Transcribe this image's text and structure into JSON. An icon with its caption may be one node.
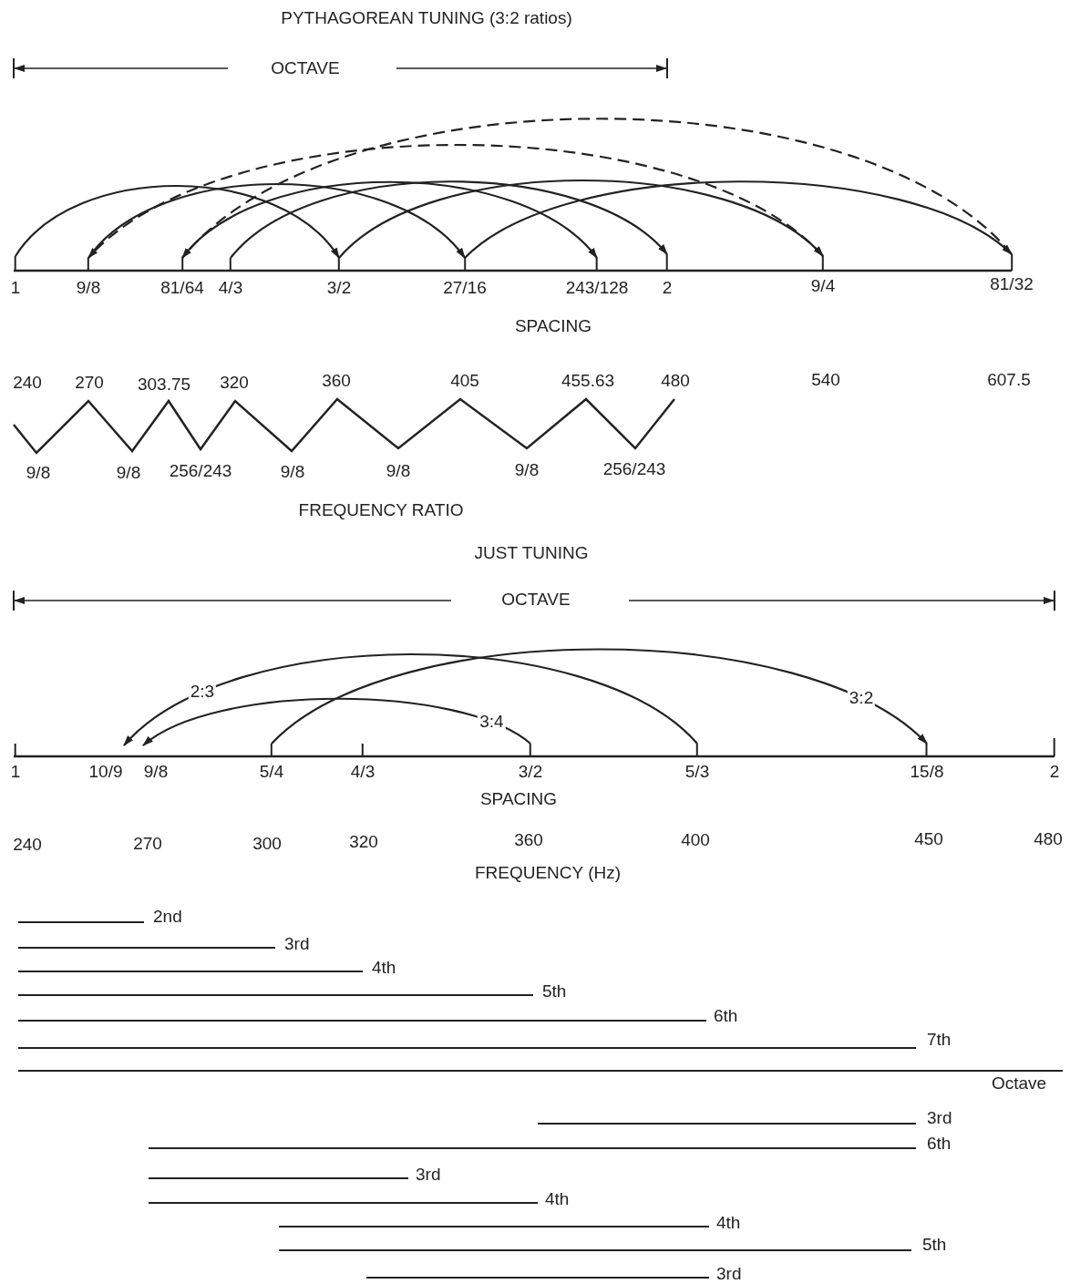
{
  "diagram": {
    "title": "PYTHAGOREAN TUNING (3:2 ratios)",
    "nodes": [
      {
        "text": [
          "1"
        ]
      },
      {
        "text": [
          "9/8"
        ]
      },
      {
        "text": [
          "81/64"
        ]
      },
      {
        "text": [
          "4/3"
        ]
      },
      {
        "text": [
          "3/2"
        ]
      },
      {
        "text": [
          "27/16"
        ]
      },
      {
        "text": [
          "243/128"
        ]
      },
      {
        "text": [
          "2"
        ]
      },
      {
        "text": [
          "9/4"
        ]
      },
      {
        "text": [
          "81/32"
        ]
      },
      {
        "text": [
          "1"
        ]
      },
      {
        "text": [
          "10/9"
        ]
      },
      {
        "text": [
          "9/8"
        ]
      },
      {
        "text": [
          "5/4"
        ]
      },
      {
        "text": [
          "4/3"
        ]
      },
      {
        "text": [
          "3/2"
        ]
      },
      {
        "text": [
          "5/3"
        ]
      },
      {
        "text": [
          "15/8"
        ]
      },
      {
        "text": [
          "2"
        ]
      }
    ],
    "edges": [
      {
        "from": 0,
        "to": 4,
        "arrow": "to"
      },
      {
        "from": 1,
        "to": 5,
        "arrow": "to"
      },
      {
        "from": 2,
        "to": 6,
        "arrow": "to"
      },
      {
        "from": 3,
        "to": 7,
        "arrow": "to"
      },
      {
        "from": 4,
        "to": 8,
        "arrow": "to"
      },
      {
        "from": 5,
        "to": 9,
        "arrow": "to"
      },
      {
        "from": 8,
        "to": 1,
        "arrow": "to",
        "style": "dashed"
      },
      {
        "from": 9,
        "to": 2,
        "arrow": "to",
        "style": "dashed"
      },
      {
        "from": 16,
        "to": 11,
        "arrow": "to",
        "label": "2:3"
      },
      {
        "from": 13,
        "to": 17,
        "arrow": "to",
        "label": "3:2"
      },
      {
        "from": 15,
        "to": 12,
        "arrow": "to",
        "label": "3:4"
      }
    ],
    "labels": [
      "OCTAVE",
      "SPACING",
      "240",
      "270",
      "303.75",
      "320",
      "360",
      "405",
      "455.63",
      "480",
      "540",
      "607.5",
      "9/8",
      "9/8",
      "256/243",
      "9/8",
      "9/8",
      "9/8",
      "256/243",
      "FREQUENCY RATIO",
      "JUST TUNING",
      "OCTAVE",
      "SPACING",
      "240",
      "270",
      "300",
      "320",
      "360",
      "400",
      "450",
      "480",
      "FREQUENCY (Hz)",
      "2nd",
      "3rd",
      "4th",
      "5th",
      "6th",
      "7th",
      "Octave",
      "3rd",
      "6th",
      "3rd",
      "4th",
      "4th",
      "5th",
      "3rd"
    ]
  }
}
